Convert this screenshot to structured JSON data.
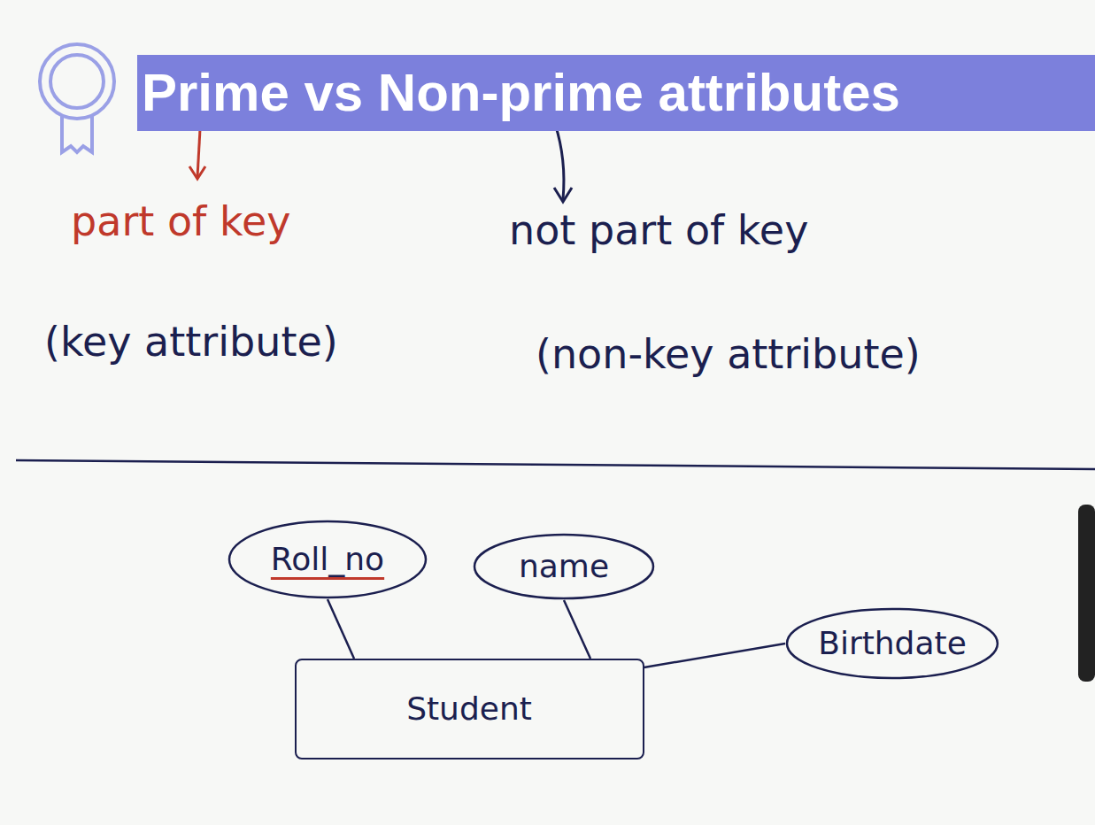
{
  "diagram": {
    "title": "Prime vs Non-prime attributes",
    "nodes": [
      {
        "text": [
          "Roll_no"
        ]
      },
      {
        "text": [
          "name"
        ]
      },
      {
        "text": [
          "Birthdate"
        ]
      },
      {
        "text": [
          "Student"
        ]
      }
    ],
    "edges": [
      {
        "from": 0,
        "to": 3,
        "arrow": "none"
      },
      {
        "from": 1,
        "to": 3,
        "arrow": "none"
      },
      {
        "from": 2,
        "to": 3,
        "arrow": "none"
      }
    ],
    "labels": [
      "part of key",
      "(key attribute)",
      "not part of key",
      "(non-key attribute)"
    ]
  }
}
